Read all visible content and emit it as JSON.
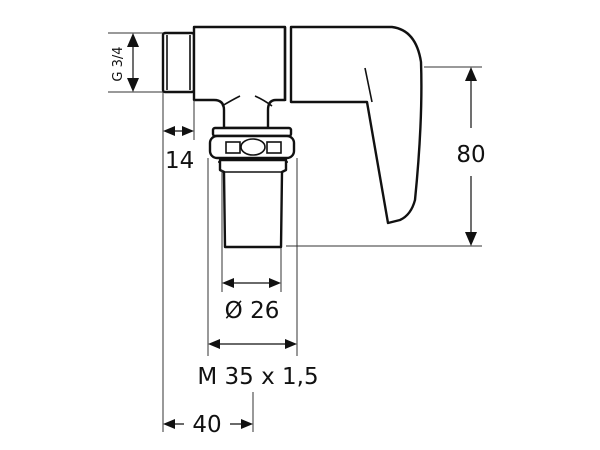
{
  "drawing": {
    "subject": "angle valve with lever handle",
    "line_color": "#111111",
    "background": "#ffffff"
  },
  "dimensions": {
    "thread": {
      "label": "G 3/4",
      "orientation": "vertical"
    },
    "thread_length": {
      "label": "14"
    },
    "height": {
      "label": "80"
    },
    "tail_diameter": {
      "label": "Ø 26"
    },
    "nut_thread": {
      "label": "M 35 x 1,5"
    },
    "offset": {
      "label": "40"
    }
  }
}
